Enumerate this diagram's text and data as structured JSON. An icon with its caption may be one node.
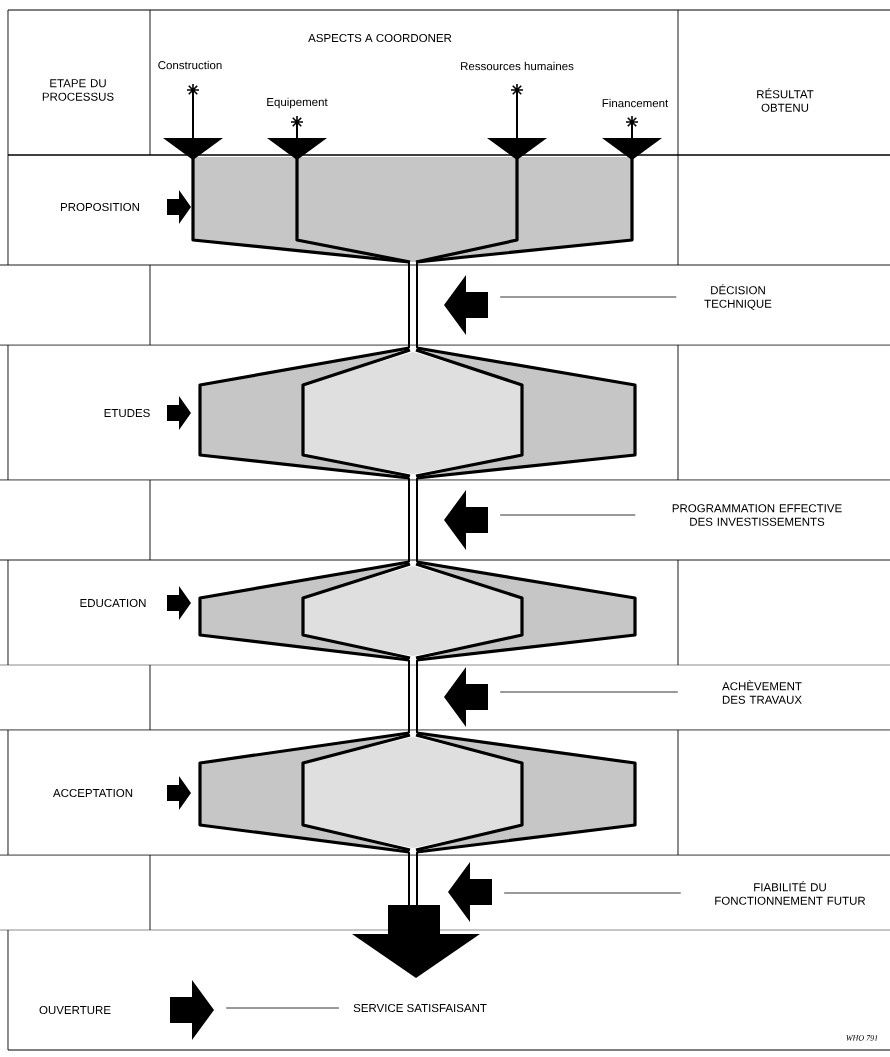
{
  "diagram": {
    "nodes": [
      {
        "text": [],
        "shape": "arrow"
      },
      {
        "text": [
          "DÉCISION TECHNIQUE"
        ]
      },
      {
        "text": [],
        "shape": "arrow"
      },
      {
        "text": [
          "PROGRAMMATION EFFECTIVE DES INVESTISSEMENTS"
        ]
      },
      {
        "text": [],
        "shape": "arrow"
      },
      {
        "text": [
          "ACHÈVEMENT DES TRAVAUX"
        ]
      },
      {
        "text": [],
        "shape": "arrow"
      },
      {
        "text": [
          "FIABILITÉ DU FONCTIONNEMENT FUTUR"
        ]
      },
      {
        "text": [],
        "shape": "arrow"
      },
      {
        "text": [
          "SERVICE SATISFAISANT"
        ]
      }
    ],
    "edges": [
      {
        "from": 1,
        "to": 0,
        "arrow": "none"
      },
      {
        "from": 3,
        "to": 2,
        "arrow": "none"
      },
      {
        "from": 5,
        "to": 4,
        "arrow": "none"
      },
      {
        "from": 7,
        "to": 6,
        "arrow": "none"
      },
      {
        "from": 9,
        "to": 8,
        "arrow": "none"
      }
    ],
    "labels": [
      "ASPECTS A COORDONER",
      "ETAPE DU PROCESSUS",
      "Construction",
      "Ressources humaines",
      "RÉSULTAT OBTENU",
      "Equipement",
      "Financement",
      "PROPOSITION",
      "ETUDES",
      "EDUCATION",
      "ACCEPTATION",
      "OUVERTURE",
      "WHO 791"
    ]
  }
}
